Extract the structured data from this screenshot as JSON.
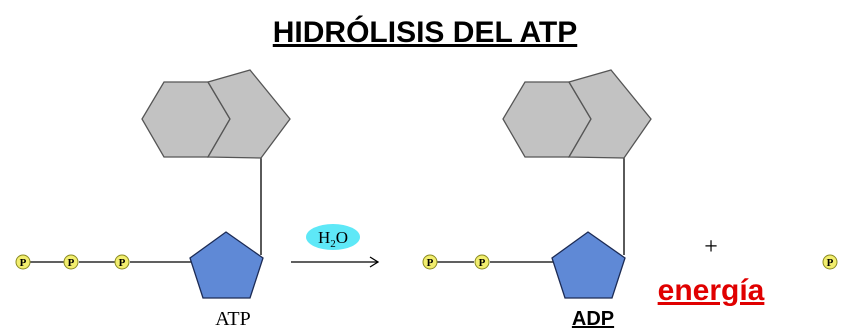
{
  "title": "HIDRÓLISIS DEL ATP",
  "phosphate_symbol": "P",
  "atp_label": "ATP",
  "adp_label": "ADP",
  "water": {
    "main": "H",
    "subscript": "2",
    "tail": "O"
  },
  "plus": "+",
  "energy_label": "energía",
  "colors": {
    "phosphate_fill": "#f2ee6e",
    "sugar_fill": "#5f89d6",
    "base_fill": "#c2c2c2",
    "water_bubble": "#5ee8f7",
    "energy_text": "#e00000"
  },
  "icons": [
    "phosphate-circle",
    "ribose-pentagon",
    "adenine-double-ring",
    "reaction-arrow"
  ]
}
